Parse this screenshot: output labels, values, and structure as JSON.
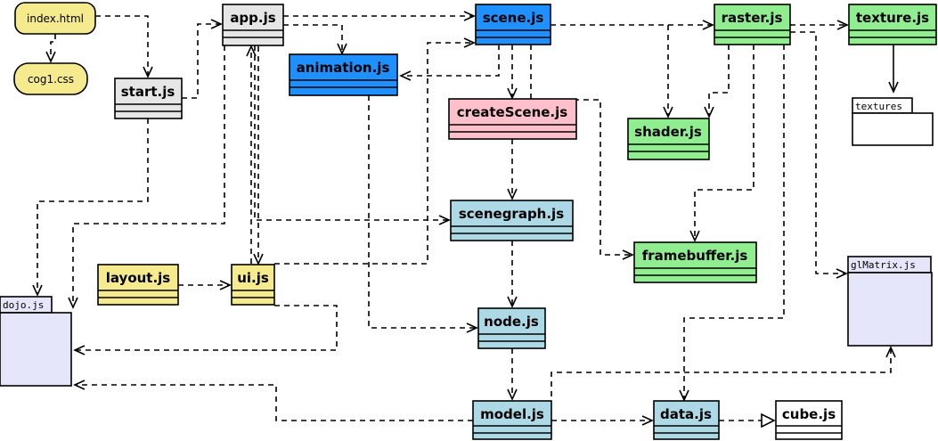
{
  "colors": {
    "yellow": "#f5ea8e",
    "gray": "#e6e6e6",
    "blue": "#1e90ff",
    "pink": "#ffc0cb",
    "lightblue": "#add8e6",
    "green": "#90ee90",
    "lavender": "#e6e6fa",
    "white": "#ffffff"
  },
  "files": {
    "index": "index.html",
    "css": "cog1.css"
  },
  "classes": {
    "start": "start.js",
    "app": "app.js",
    "animation": "animation.js",
    "scene": "scene.js",
    "createScene": "createScene.js",
    "scenegraph": "scenegraph.js",
    "raster": "raster.js",
    "texture": "texture.js",
    "shader": "shader.js",
    "framebuffer": "framebuffer.js",
    "layout": "layout.js",
    "ui": "ui.js",
    "node": "node.js",
    "model": "model.js",
    "data": "data.js",
    "cube": "cube.js"
  },
  "packages": {
    "dojo": "dojo.js",
    "textures": "textures",
    "glMatrix": "glMatrix.js"
  }
}
